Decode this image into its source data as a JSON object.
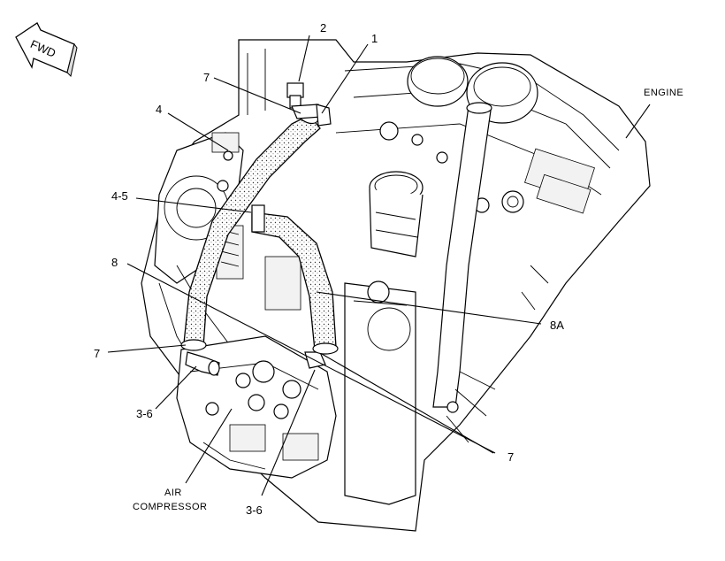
{
  "fwd_label": "FWD",
  "callouts": {
    "c1": "1",
    "c2": "2",
    "c4": "4",
    "c4_5": "4-5",
    "c7_top": "7",
    "c7_left": "7",
    "c7_right": "7",
    "c8": "8",
    "c8a": "8A",
    "c3_6_left": "3-6",
    "c3_6_bottom": "3-6"
  },
  "labels": {
    "engine": "ENGINE",
    "air_compressor_line1": "AIR",
    "air_compressor_line2": "COMPRESSOR"
  }
}
